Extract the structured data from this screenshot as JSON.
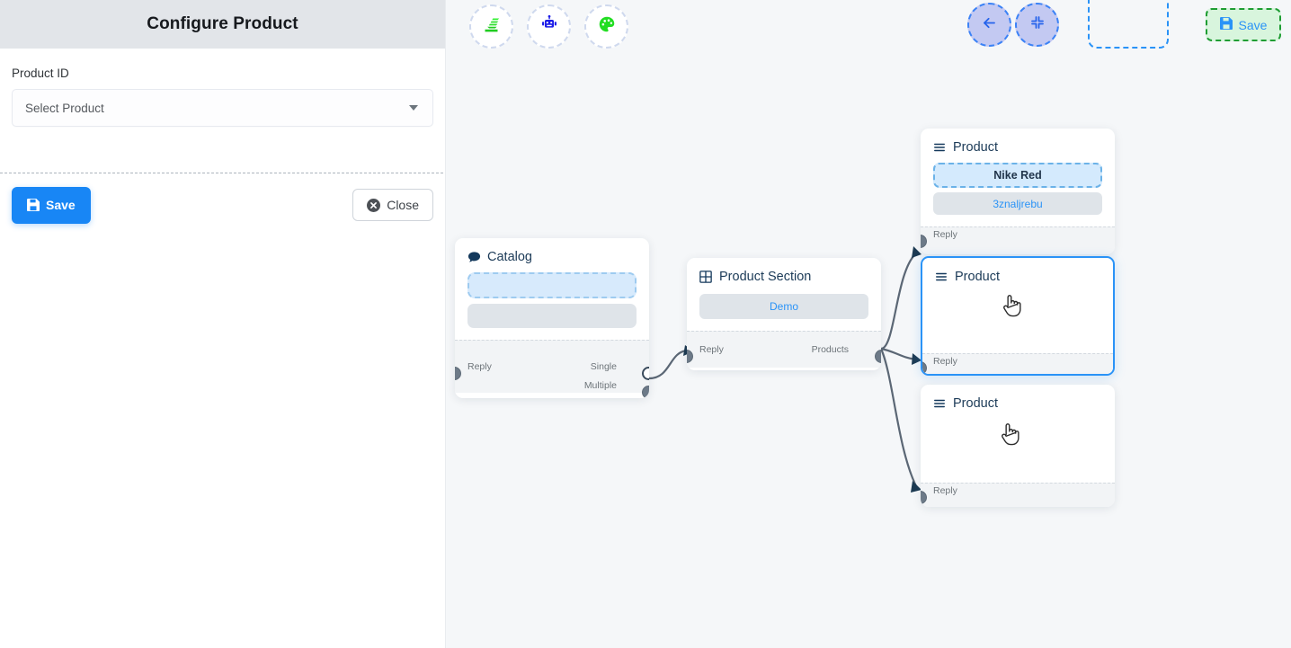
{
  "left_panel": {
    "title": "Configure Product",
    "field_label": "Product ID",
    "select_value": "Select Product",
    "save_label": "Save",
    "close_label": "Close",
    "save_icon": "floppy-disk-icon",
    "close_icon": "close-circle-icon",
    "caret_icon": "chevron-down-icon"
  },
  "toolbar": {
    "buttons": [
      {
        "name": "stack-icon",
        "label": ""
      },
      {
        "name": "robot-icon",
        "label": ""
      },
      {
        "name": "palette-icon",
        "label": ""
      }
    ],
    "right_buttons": [
      {
        "name": "back-arrow-icon",
        "label": ""
      },
      {
        "name": "compress-icon",
        "label": ""
      }
    ],
    "empty_slot_label": "",
    "save_label": "Save",
    "save_icon": "floppy-disk-icon",
    "accent_blue": "#2a93f7",
    "save_green_bg": "#d8f5dd",
    "save_green_border": "#1f9d33"
  },
  "canvas": {
    "background": "#f5f7f9",
    "nodes": [
      {
        "id": "catalog",
        "title": "Catalog",
        "icon": "chat-bubble-icon",
        "chips": [
          "",
          ""
        ],
        "ports_in": [
          "Reply"
        ],
        "ports_out": [
          "Single",
          "Multiple"
        ]
      },
      {
        "id": "product-section",
        "title": "Product Section",
        "icon": "grid-table-icon",
        "chips": [
          "Demo"
        ],
        "ports_in": [
          "Reply"
        ],
        "ports_out": [
          "Products"
        ]
      },
      {
        "id": "product-1",
        "title": "Product",
        "icon": "list-menu-icon",
        "chips": [
          "Nike Red",
          "3znaljrebu"
        ],
        "ports_in": [
          "Reply"
        ],
        "ports_out": []
      },
      {
        "id": "product-2",
        "title": "Product",
        "icon": "list-menu-icon",
        "chips": [],
        "ports_in": [
          "Reply"
        ],
        "ports_out": [],
        "selected": true,
        "cursor": "hand-pointer-icon"
      },
      {
        "id": "product-3",
        "title": "Product",
        "icon": "list-menu-icon",
        "chips": [],
        "ports_in": [
          "Reply"
        ],
        "ports_out": [],
        "cursor": "hand-pointer-icon"
      }
    ]
  }
}
